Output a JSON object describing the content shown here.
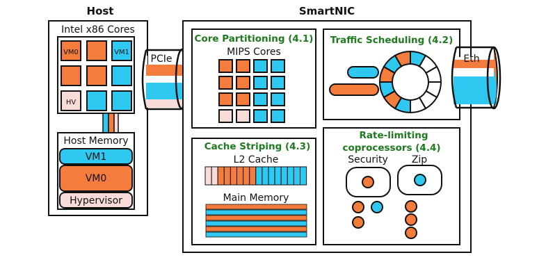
{
  "host": {
    "title": "Host",
    "cores_label": "Intel x86 Cores",
    "core_tags": [
      "VM0",
      "VM1",
      "HV"
    ],
    "memory_label": "Host Memory",
    "memory_regions": [
      "VM1",
      "VM0",
      "Hypervisor"
    ]
  },
  "links": {
    "pcie": "PCIe",
    "eth": "Eth"
  },
  "smartnic": {
    "title": "SmartNIC",
    "core_partitioning": {
      "title": "Core Partitioning (4.1)",
      "subtitle": "MIPS Cores"
    },
    "traffic_scheduling": {
      "title": "Traffic Scheduling (4.2)"
    },
    "cache_striping": {
      "title": "Cache Striping (4.3)",
      "l2_label": "L2 Cache",
      "main_memory_label": "Main Memory"
    },
    "rate_limiting": {
      "title_line1": "Rate-limiting",
      "title_line2": "coprocessors (4.4)",
      "security_label": "Security",
      "zip_label": "Zip"
    }
  },
  "colors": {
    "vm0": "#f47c3c",
    "vm1": "#2ec8f0",
    "hv": "#f8dcd8",
    "accent_title": "#1e7a1e",
    "stroke": "#111111"
  }
}
